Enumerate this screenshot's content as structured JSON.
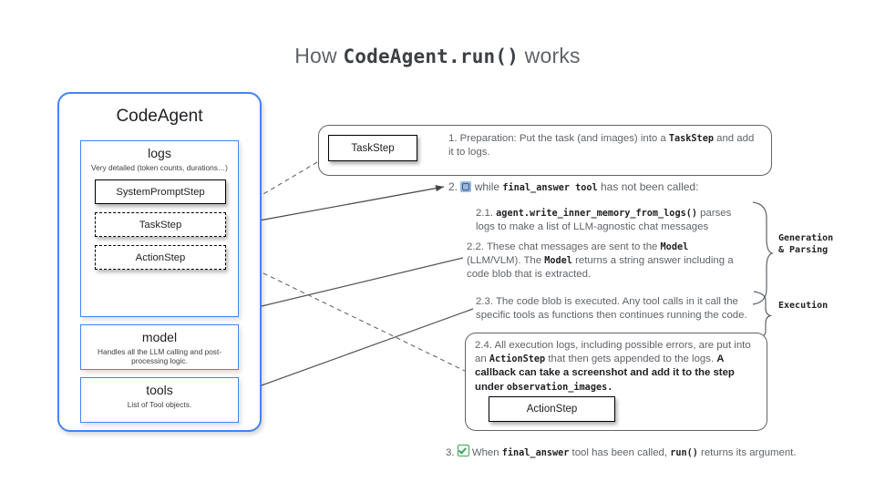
{
  "title": {
    "prefix": "How ",
    "code": "CodeAgent.run()",
    "suffix": " works"
  },
  "agent_panel": {
    "title": "CodeAgent",
    "logs": {
      "title": "logs",
      "subtitle": "Very detailed (token counts, durations…)",
      "steps": [
        {
          "label": "SystemPromptStep",
          "style": "solid"
        },
        {
          "label": "TaskStep",
          "style": "dashed"
        },
        {
          "label": "ActionStep",
          "style": "dashed"
        }
      ]
    },
    "model": {
      "title": "model",
      "desc": "Handles all the LLM calling and post-processing logic."
    },
    "tools": {
      "title": "tools",
      "desc": "List of Tool objects."
    }
  },
  "flow": {
    "task_step_node": "TaskStep",
    "action_step_node": "ActionStep",
    "step1": {
      "num": "1.",
      "a": "Preparation: Put the task (and images) into a ",
      "code": "TaskStep",
      "b": " and add it to logs."
    },
    "step2": {
      "num": "2.",
      "emoji": "loop-icon",
      "a": "while ",
      "code": "final_answer tool",
      "b": " has not been called:"
    },
    "step21": {
      "num": "2.1.",
      "code": "agent.write_inner_memory_from_logs()",
      "text": " parses logs to make a list of LLM-agnostic chat messages"
    },
    "step22": {
      "num": "2.2.",
      "a": " These chat messages are sent to the ",
      "code1": "Model",
      "b": " (LLM/VLM). The ",
      "code2": "Model",
      "c": " returns a string answer including a code blob that is extracted."
    },
    "step23": {
      "num": "2.3.",
      "text": " The code blob is executed. Any tool calls in it call the specific tools as functions then continues running the code."
    },
    "step24": {
      "num": "2.4.",
      "a": " All execution logs, including possible errors, are put into an ",
      "code1": "ActionStep",
      "b": " that then gets appended to the logs. ",
      "bold": "A callback can  take a screenshot and add it to the step under ",
      "code2": "observation_images.",
      "c": ""
    },
    "step3": {
      "num": "3.",
      "emoji": "check-icon",
      "a": "When ",
      "code1": "final_answer",
      "b": " tool has been called, ",
      "code2": "run()",
      "c": " returns its argument."
    },
    "labels": {
      "generation": "Generation\n& Parsing",
      "generation_line1": "Generation",
      "generation_line2": "& Parsing",
      "execution": "Execution"
    }
  },
  "colors": {
    "blue_border": "#4285f4",
    "text_gray": "#5f6368",
    "text_dark": "#202124",
    "green_check": "#3aa655"
  }
}
